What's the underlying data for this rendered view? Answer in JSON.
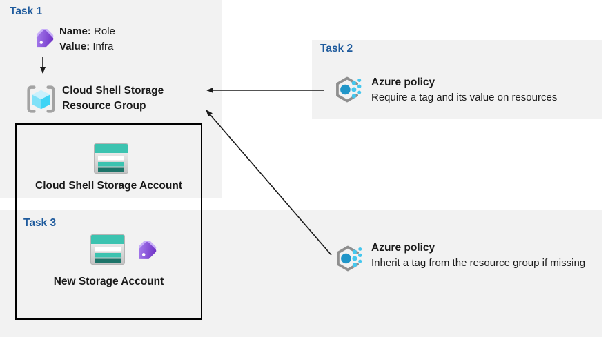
{
  "colors": {
    "panel_bg": "#f2f2f2",
    "heading_blue": "#1f5b9d",
    "text": "#1a1a1a",
    "arrow": "#1a1a1a",
    "box_border": "#000000",
    "tag_purple_dark": "#6d2fc4",
    "tag_purple_light": "#b18cf5",
    "policy_hexagon_gray": "#8f8f8f",
    "policy_circle_blue": "#2095c8",
    "policy_dots_cyan": "#45c7ee",
    "bracket_gray": "#a3a3a3",
    "cube_top": "#c9f1fd",
    "cube_left": "#7fe1f8",
    "cube_right": "#3fd4f5",
    "storage_teal": "#3cc3b0",
    "storage_teal_dark": "#1d7469"
  },
  "icons": [
    "tag-icon",
    "resource-group-icon",
    "storage-account-icon",
    "policy-icon"
  ],
  "task1": {
    "title": "Task 1",
    "tag": {
      "name_label": "Name:",
      "name_value": "Role",
      "value_label": "Value:",
      "value_value": "Infra"
    },
    "resource_group_label": "Cloud Shell Storage Resource Group"
  },
  "storage_box": {
    "cloud_shell_account_label": "Cloud Shell Storage Account"
  },
  "task3": {
    "title": "Task 3",
    "new_account_label": "New Storage Account"
  },
  "task2": {
    "title": "Task 2",
    "policy_title": "Azure policy",
    "policy_description": "Require a tag and its value on resources"
  },
  "inherit_policy": {
    "policy_title": "Azure policy",
    "policy_description": "Inherit a tag from the resource group if missing"
  }
}
